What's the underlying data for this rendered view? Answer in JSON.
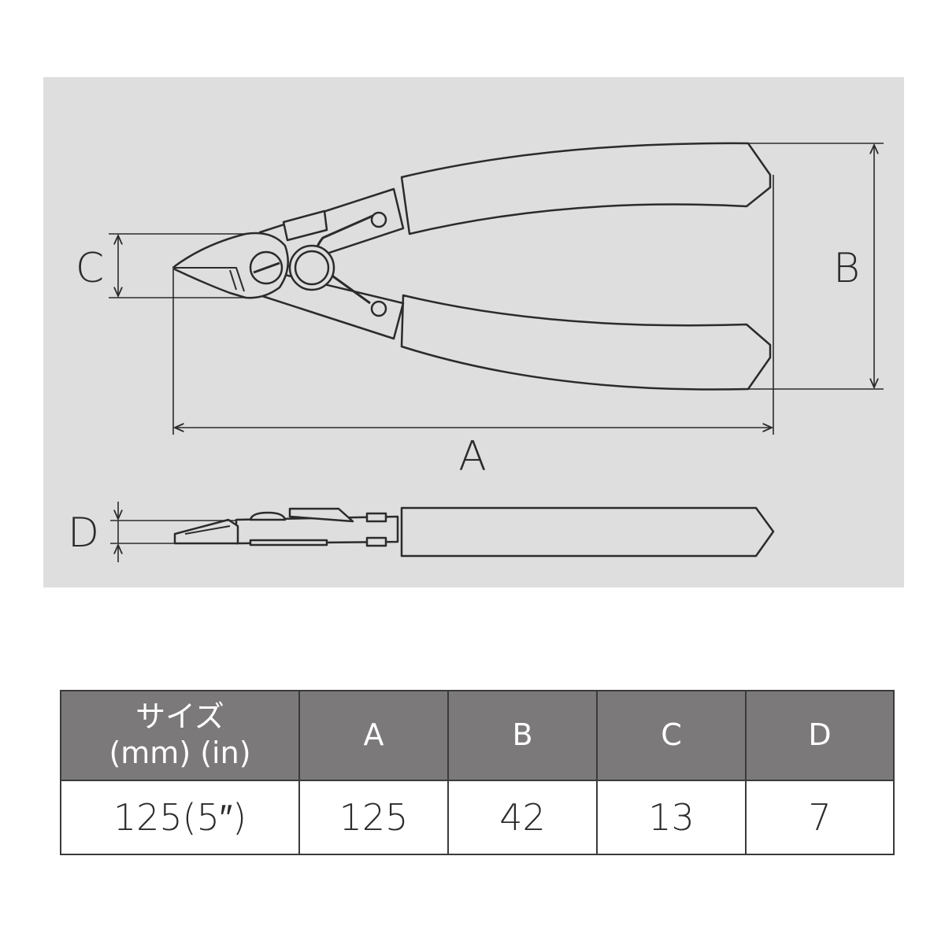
{
  "dimension_labels": {
    "a": "A",
    "b": "B",
    "c": "C",
    "d": "D"
  },
  "spec_table": {
    "header": {
      "size_line1": "サイズ",
      "size_line2": "(mm) (in)",
      "columns": [
        "A",
        "B",
        "C",
        "D"
      ]
    },
    "rows": [
      {
        "size": "125(5″)",
        "values": [
          "125",
          "42",
          "13",
          "7"
        ]
      }
    ]
  },
  "colors": {
    "panel_background": "#dedede",
    "header_background": "#7b797a",
    "line": "#2b2b2b",
    "tool_fill": "#dedede"
  },
  "icons": {
    "main_view": "pliers-top-view-icon",
    "side_view": "pliers-side-view-icon"
  }
}
